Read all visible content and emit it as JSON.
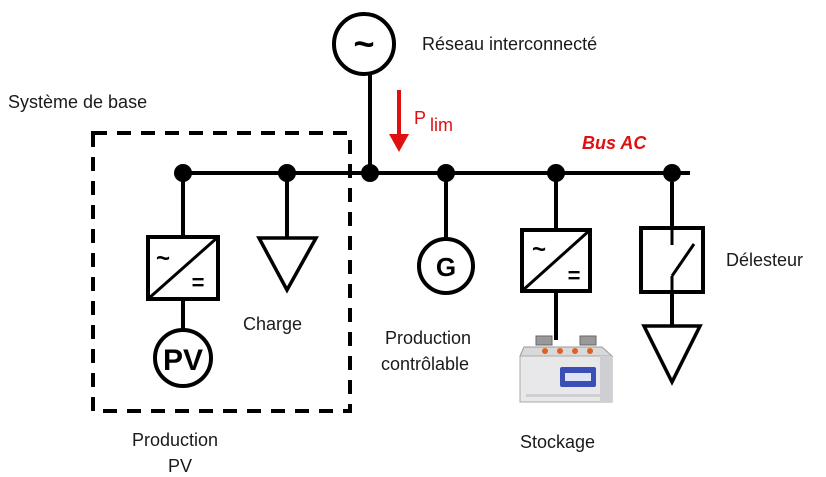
{
  "labels": {
    "grid": "Réseau interconnecté",
    "base_system": "Système de base",
    "p_lim_main": "P",
    "p_lim_sub": "lim",
    "bus": "Bus AC",
    "charge": "Charge",
    "production_controlable_1": "Production",
    "production_controlable_2": "contrôlable",
    "delesteur": "Délesteur",
    "production_pv_1": "Production",
    "production_pv_2": "PV",
    "stockage": "Stockage"
  },
  "symbols": {
    "pv": "PV",
    "generator": "G",
    "ac": "~",
    "dc": "="
  },
  "colors": {
    "accent": "#e01010",
    "line": "#000000",
    "battery_body": "#e8e8ea",
    "battery_label": "#3a4fb5"
  }
}
